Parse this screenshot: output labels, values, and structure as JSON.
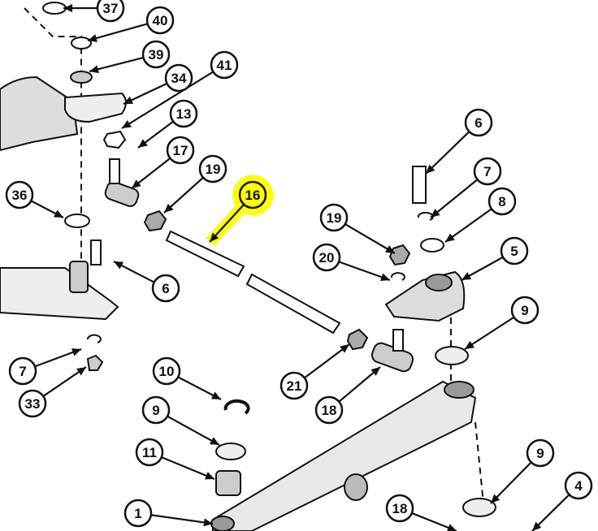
{
  "diagram": {
    "highlight_color": "#ffff00",
    "callouts": [
      {
        "label": "37"
      },
      {
        "label": "40"
      },
      {
        "label": "39"
      },
      {
        "label": "41"
      },
      {
        "label": "34"
      },
      {
        "label": "13"
      },
      {
        "label": "17"
      },
      {
        "label": "19"
      },
      {
        "label": "16",
        "highlighted": true
      },
      {
        "label": "36"
      },
      {
        "label": "6"
      },
      {
        "label": "7"
      },
      {
        "label": "33"
      },
      {
        "label": "10"
      },
      {
        "label": "9"
      },
      {
        "label": "11"
      },
      {
        "label": "1"
      },
      {
        "label": "21"
      },
      {
        "label": "18"
      },
      {
        "label": "19"
      },
      {
        "label": "20"
      },
      {
        "label": "6"
      },
      {
        "label": "7"
      },
      {
        "label": "8"
      },
      {
        "label": "5"
      },
      {
        "label": "9"
      },
      {
        "label": "9"
      },
      {
        "label": "4"
      },
      {
        "label": "18"
      }
    ]
  }
}
